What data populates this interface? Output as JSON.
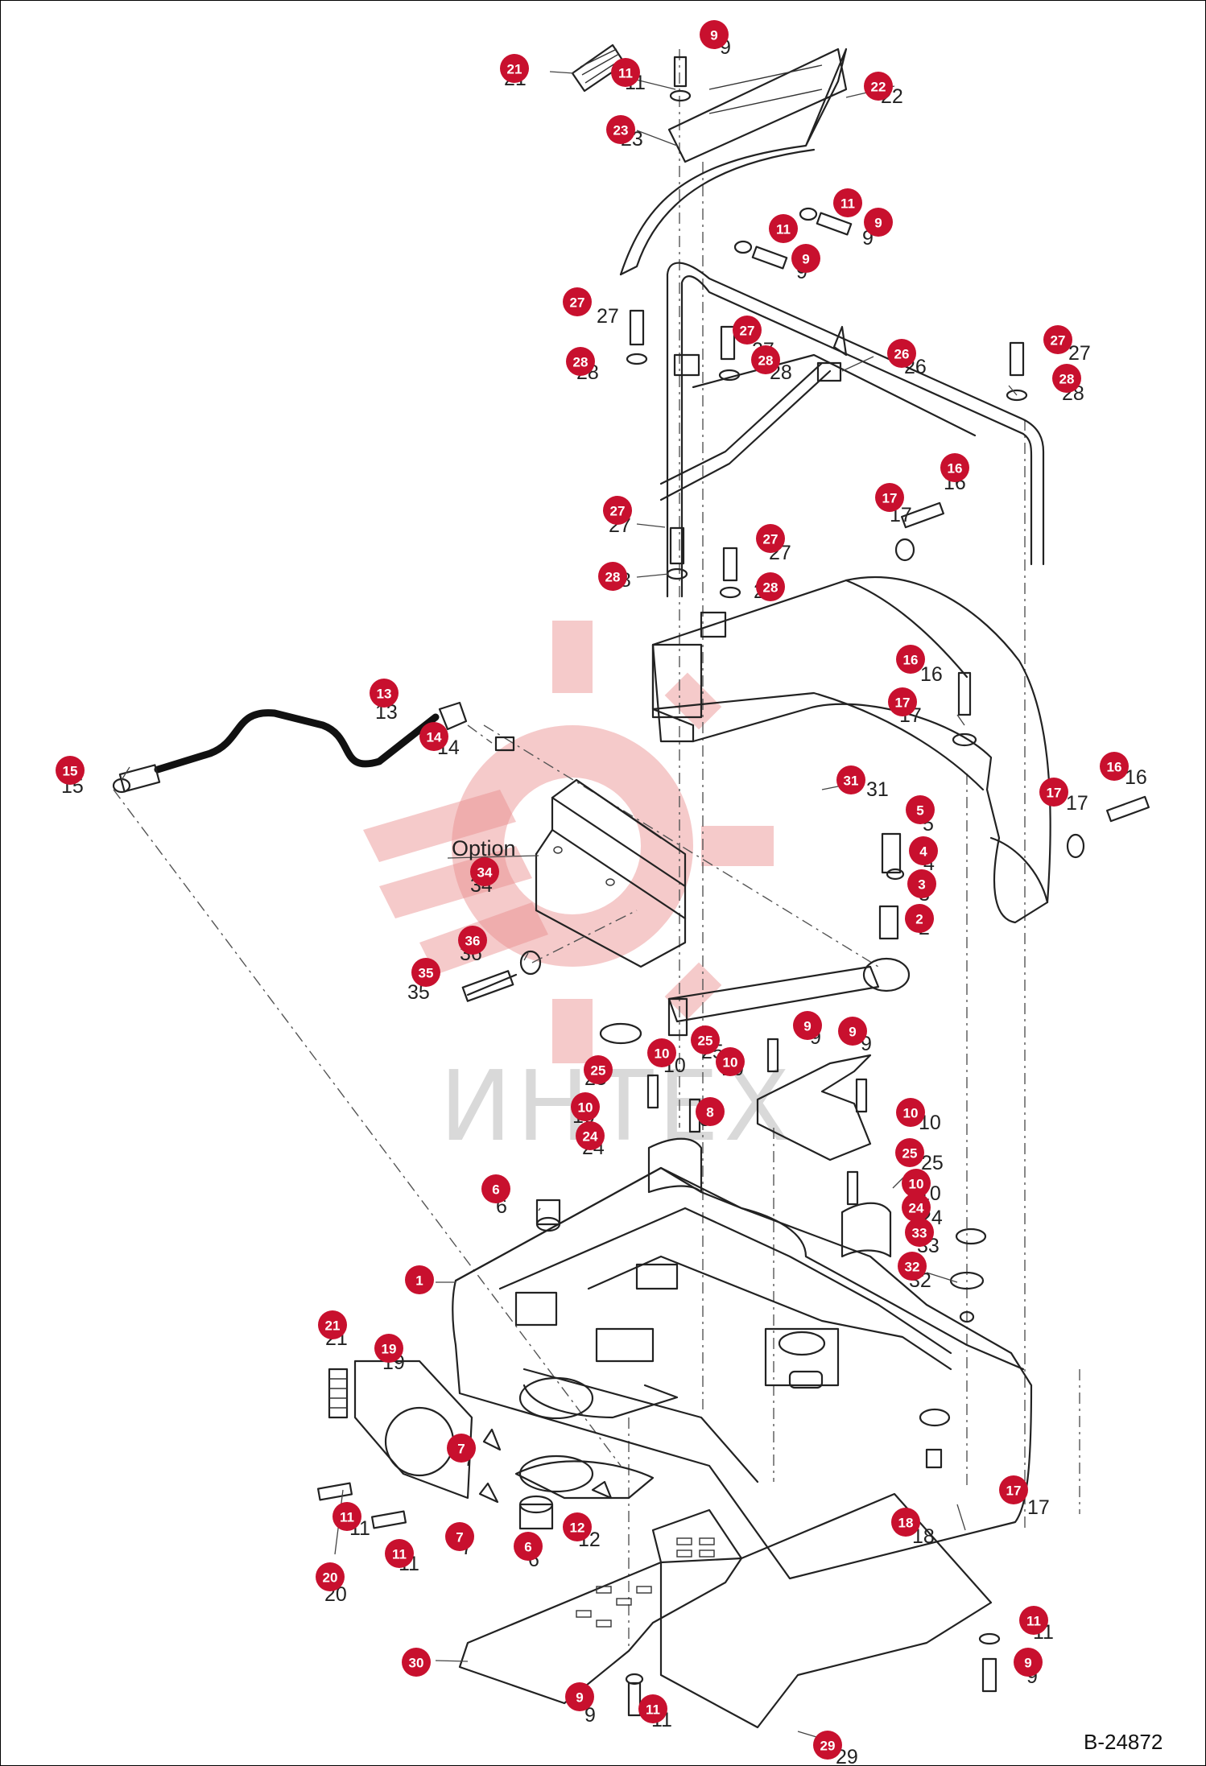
{
  "drawing": {
    "reference_code": "B-24872",
    "option_label": "Option",
    "watermark_text": "ИНТЕХ",
    "accent_color": "#c8102e",
    "watermark_color": "#e88a8a"
  },
  "callouts": [
    {
      "id": "c1",
      "label": "9",
      "plain": "9"
    },
    {
      "id": "c2",
      "label": "21",
      "plain": "21"
    },
    {
      "id": "c3",
      "label": "11",
      "plain": "11"
    },
    {
      "id": "c4",
      "label": "22",
      "plain": "22"
    },
    {
      "id": "c5",
      "label": "23",
      "plain": "23"
    },
    {
      "id": "c6",
      "label": "11",
      "plain": ""
    },
    {
      "id": "c7",
      "label": "9",
      "plain": "9"
    },
    {
      "id": "c8",
      "label": "11",
      "plain": ""
    },
    {
      "id": "c9",
      "label": "9",
      "plain": "9"
    },
    {
      "id": "c10",
      "label": "27",
      "plain": "27"
    },
    {
      "id": "c11",
      "label": "28",
      "plain": "28"
    },
    {
      "id": "c12",
      "label": "27",
      "plain": "27"
    },
    {
      "id": "c13",
      "label": "28",
      "plain": "28"
    },
    {
      "id": "c14",
      "label": "26",
      "plain": "26"
    },
    {
      "id": "c15",
      "label": "27",
      "plain": "27"
    },
    {
      "id": "c16",
      "label": "28",
      "plain": "28"
    },
    {
      "id": "c17",
      "label": "17",
      "plain": "17"
    },
    {
      "id": "c18",
      "label": "16",
      "plain": "16"
    },
    {
      "id": "c19",
      "label": "27",
      "plain": "27"
    },
    {
      "id": "c20",
      "label": "28",
      "plain": "28"
    },
    {
      "id": "c21",
      "label": "27",
      "plain": "27"
    },
    {
      "id": "c22",
      "label": "28",
      "plain": "28"
    },
    {
      "id": "c23",
      "label": "16",
      "plain": "16"
    },
    {
      "id": "c24",
      "label": "17",
      "plain": "17"
    },
    {
      "id": "c25",
      "label": "13",
      "plain": "13"
    },
    {
      "id": "c26",
      "label": "14",
      "plain": "14"
    },
    {
      "id": "c27",
      "label": "15",
      "plain": "15"
    },
    {
      "id": "c28",
      "label": "31",
      "plain": "31"
    },
    {
      "id": "c29",
      "label": "17",
      "plain": "17"
    },
    {
      "id": "c30",
      "label": "16",
      "plain": "16"
    },
    {
      "id": "c31",
      "label": "5",
      "plain": "5"
    },
    {
      "id": "c32",
      "label": "4",
      "plain": "4"
    },
    {
      "id": "c33",
      "label": "3",
      "plain": "3"
    },
    {
      "id": "c34",
      "label": "2",
      "plain": "2"
    },
    {
      "id": "c35",
      "label": "34",
      "plain": "34"
    },
    {
      "id": "c36",
      "label": "36",
      "plain": "36"
    },
    {
      "id": "c37",
      "label": "35",
      "plain": "35"
    },
    {
      "id": "c38",
      "label": "25",
      "plain": "25"
    },
    {
      "id": "c39",
      "label": "9",
      "plain": "9"
    },
    {
      "id": "c40",
      "label": "9",
      "plain": "9"
    },
    {
      "id": "c41",
      "label": "10",
      "plain": "10"
    },
    {
      "id": "c42",
      "label": "10",
      "plain": "10"
    },
    {
      "id": "c43",
      "label": "25",
      "plain": "25"
    },
    {
      "id": "c44",
      "label": "10",
      "plain": "10"
    },
    {
      "id": "c45",
      "label": "24",
      "plain": "24"
    },
    {
      "id": "c46",
      "label": "8",
      "plain": "8"
    },
    {
      "id": "c47",
      "label": "10",
      "plain": "10"
    },
    {
      "id": "c48",
      "label": "25",
      "plain": "25"
    },
    {
      "id": "c49",
      "label": "10",
      "plain": "10"
    },
    {
      "id": "c50",
      "label": "24",
      "plain": "24"
    },
    {
      "id": "c51",
      "label": "33",
      "plain": "33"
    },
    {
      "id": "c52",
      "label": "32",
      "plain": "32"
    },
    {
      "id": "c53",
      "label": "6",
      "plain": "6"
    },
    {
      "id": "c54",
      "label": "1",
      "plain": ""
    },
    {
      "id": "c55",
      "label": "21",
      "plain": "21"
    },
    {
      "id": "c56",
      "label": "19",
      "plain": "19"
    },
    {
      "id": "c57",
      "label": "7",
      "plain": "7"
    },
    {
      "id": "c58",
      "label": "11",
      "plain": "11"
    },
    {
      "id": "c59",
      "label": "11",
      "plain": "11"
    },
    {
      "id": "c60",
      "label": "7",
      "plain": "7"
    },
    {
      "id": "c61",
      "label": "6",
      "plain": "6"
    },
    {
      "id": "c62",
      "label": "12",
      "plain": "12"
    },
    {
      "id": "c63",
      "label": "17",
      "plain": "17"
    },
    {
      "id": "c64",
      "label": "18",
      "plain": "18"
    },
    {
      "id": "c65",
      "label": "20",
      "plain": "20"
    },
    {
      "id": "c66",
      "label": "11",
      "plain": "11"
    },
    {
      "id": "c67",
      "label": "9",
      "plain": "9"
    },
    {
      "id": "c68",
      "label": "30",
      "plain": "30"
    },
    {
      "id": "c69",
      "label": "9",
      "plain": "9"
    },
    {
      "id": "c70",
      "label": "11",
      "plain": "11"
    },
    {
      "id": "c71",
      "label": "29",
      "plain": "29"
    }
  ]
}
